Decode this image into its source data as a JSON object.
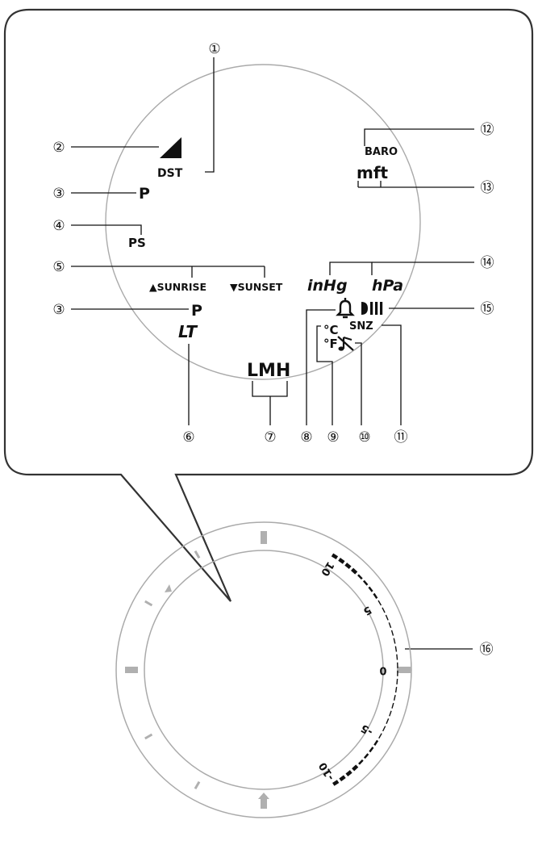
{
  "colors": {
    "ink": "#111111",
    "outline": "#333333",
    "dial": "#aaaaaa",
    "tick": "#b0b0b0"
  },
  "indicators": {
    "dst": "DST",
    "p_upper": "P",
    "ps": "PS",
    "sunrise": "▲SUNRISE",
    "sunset": "▼SUNSET",
    "p_lower": "P",
    "lt": "LT",
    "lmh": "LMH",
    "baro": "BARO",
    "mft": "mft",
    "inhg": "inHg",
    "hpa": "hPa",
    "deg_c": "°C",
    "deg_f": "°F",
    "snz": "SNZ"
  },
  "callouts": [
    {
      "id": "1",
      "label": "①"
    },
    {
      "id": "2",
      "label": "②"
    },
    {
      "id": "3a",
      "label": "③"
    },
    {
      "id": "4",
      "label": "④"
    },
    {
      "id": "5",
      "label": "⑤"
    },
    {
      "id": "3b",
      "label": "③"
    },
    {
      "id": "6",
      "label": "⑥"
    },
    {
      "id": "7",
      "label": "⑦"
    },
    {
      "id": "8",
      "label": "⑧"
    },
    {
      "id": "9",
      "label": "⑨"
    },
    {
      "id": "10",
      "label": "⑩"
    },
    {
      "id": "11",
      "label": "⑪"
    },
    {
      "id": "12",
      "label": "⑫"
    },
    {
      "id": "13",
      "label": "⑬"
    },
    {
      "id": "14",
      "label": "⑭"
    },
    {
      "id": "15",
      "label": "⑮"
    },
    {
      "id": "16",
      "label": "⑯"
    }
  ],
  "bezel_scale": {
    "labels": [
      "10",
      "5",
      "0",
      "-5",
      "-10"
    ]
  },
  "icons": [
    "signal-triangle-icon",
    "alarm-bell-icon",
    "signal-bars-icon",
    "mute-note-icon",
    "marker-triangle-icon"
  ]
}
